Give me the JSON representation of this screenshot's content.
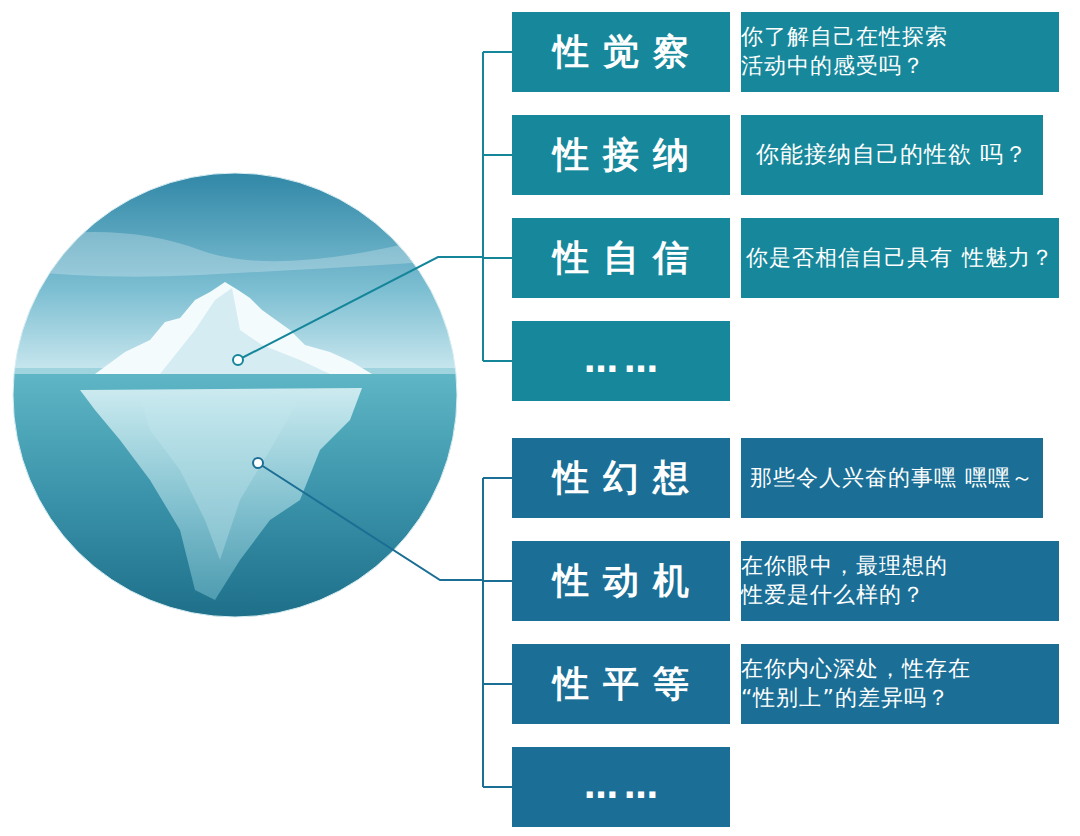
{
  "diagram": {
    "nodes": [
      {
        "text": [
          "性觉察"
        ]
      },
      {
        "text": [
          "你了解自己在性探索 活动中的感受吗？"
        ]
      },
      {
        "text": [
          "性接纳"
        ]
      },
      {
        "text": [
          "你能接纳自己的性欲 吗？"
        ]
      },
      {
        "text": [
          "性自信"
        ]
      },
      {
        "text": [
          "你是否相信自己具有 性魅力？"
        ]
      },
      {
        "text": [
          "……"
        ]
      },
      {
        "text": [
          "性幻想"
        ]
      },
      {
        "text": [
          "那些令人兴奋的事嘿 嘿嘿～"
        ]
      },
      {
        "text": [
          "性动机"
        ]
      },
      {
        "text": [
          "在你眼中，最理想的 性爱是什么样的？"
        ]
      },
      {
        "text": [
          "性平等"
        ]
      },
      {
        "text": [
          "在你内心深处，性存在 “性别上”的差异吗？"
        ]
      },
      {
        "text": [
          "……"
        ]
      }
    ]
  }
}
